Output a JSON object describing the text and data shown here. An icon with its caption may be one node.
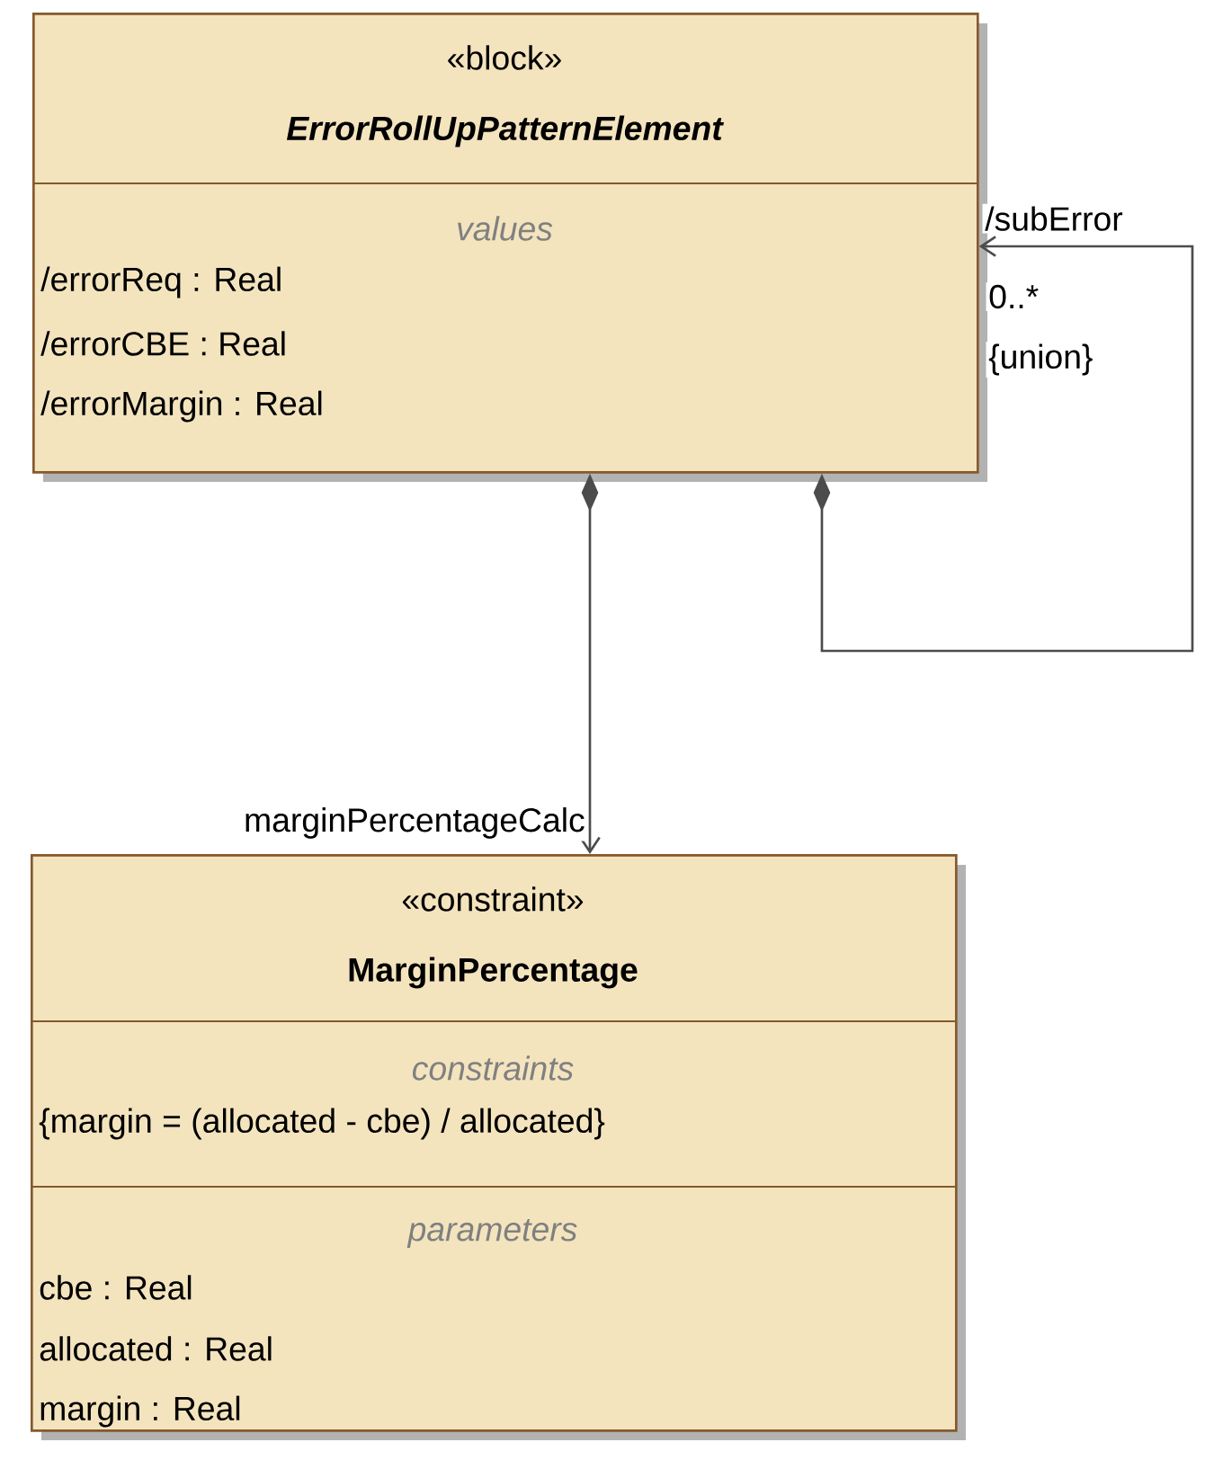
{
  "diagram": {
    "nodes": [
      {
        "text": [
          "«block»",
          "ErrorRollUpPatternElement",
          "values",
          "/errorReq : Real",
          "/errorCBE : Real",
          "/errorMargin : Real"
        ]
      },
      {
        "text": [
          "«constraint»",
          "MarginPercentage",
          "constraints",
          "{margin = (allocated - cbe) / allocated}",
          "parameters",
          "cbe : Real",
          "allocated : Real",
          "margin : Real"
        ]
      }
    ],
    "edges": [
      {
        "from": 0,
        "to": 1,
        "arrow": "to",
        "label": "marginPercentageCalc"
      },
      {
        "from": 0,
        "to": 0,
        "arrow": "to",
        "label": "/subError"
      }
    ],
    "labels": [
      "0..*",
      "{union}"
    ]
  }
}
